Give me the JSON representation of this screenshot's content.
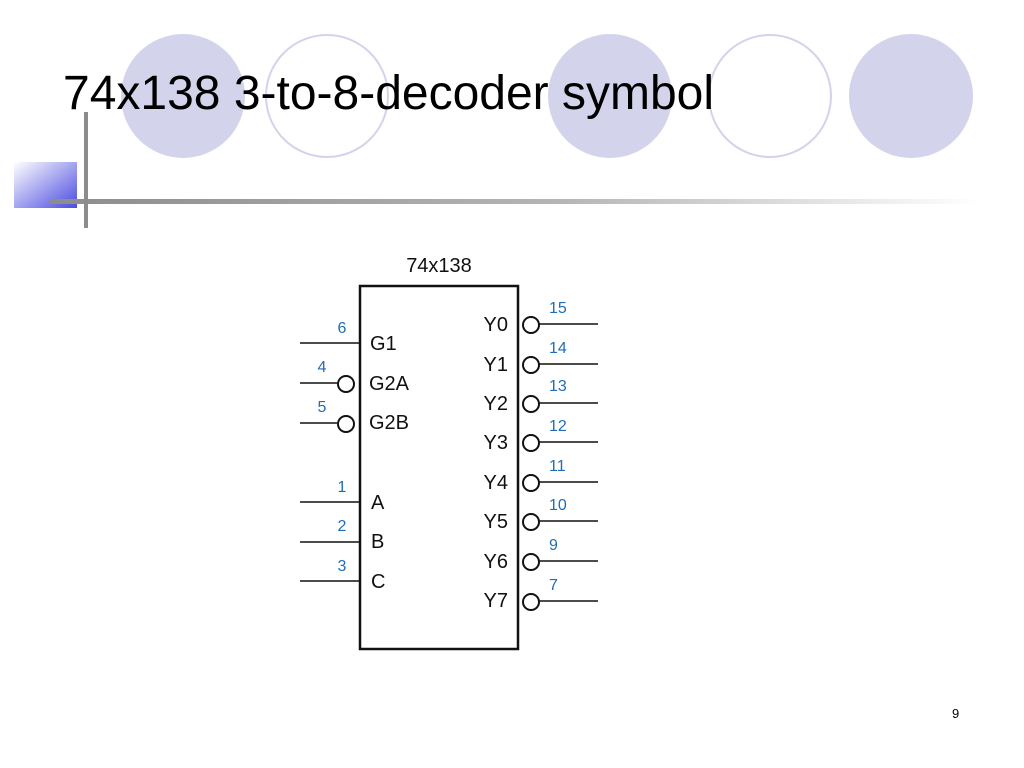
{
  "slide": {
    "title": "74x138 3-to-8-decoder symbol",
    "page_number": "9"
  },
  "chip": {
    "name": "74x138",
    "inputs": [
      {
        "label": "G1",
        "pin": "6",
        "inverted": false
      },
      {
        "label": "G2A",
        "pin": "4",
        "inverted": true
      },
      {
        "label": "G2B",
        "pin": "5",
        "inverted": true
      },
      {
        "label": "A",
        "pin": "1",
        "inverted": false
      },
      {
        "label": "B",
        "pin": "2",
        "inverted": false
      },
      {
        "label": "C",
        "pin": "3",
        "inverted": false
      }
    ],
    "outputs": [
      {
        "label": "Y0",
        "pin": "15"
      },
      {
        "label": "Y1",
        "pin": "14"
      },
      {
        "label": "Y2",
        "pin": "13"
      },
      {
        "label": "Y3",
        "pin": "12"
      },
      {
        "label": "Y4",
        "pin": "11"
      },
      {
        "label": "Y5",
        "pin": "10"
      },
      {
        "label": "Y6",
        "pin": "9"
      },
      {
        "label": "Y7",
        "pin": "7"
      }
    ]
  },
  "colors": {
    "decor_circle_fill": "#d3d3ec",
    "decor_circle_stroke": "#d3d3ec",
    "pin_number": "#1f6db5",
    "line": "#111111"
  }
}
